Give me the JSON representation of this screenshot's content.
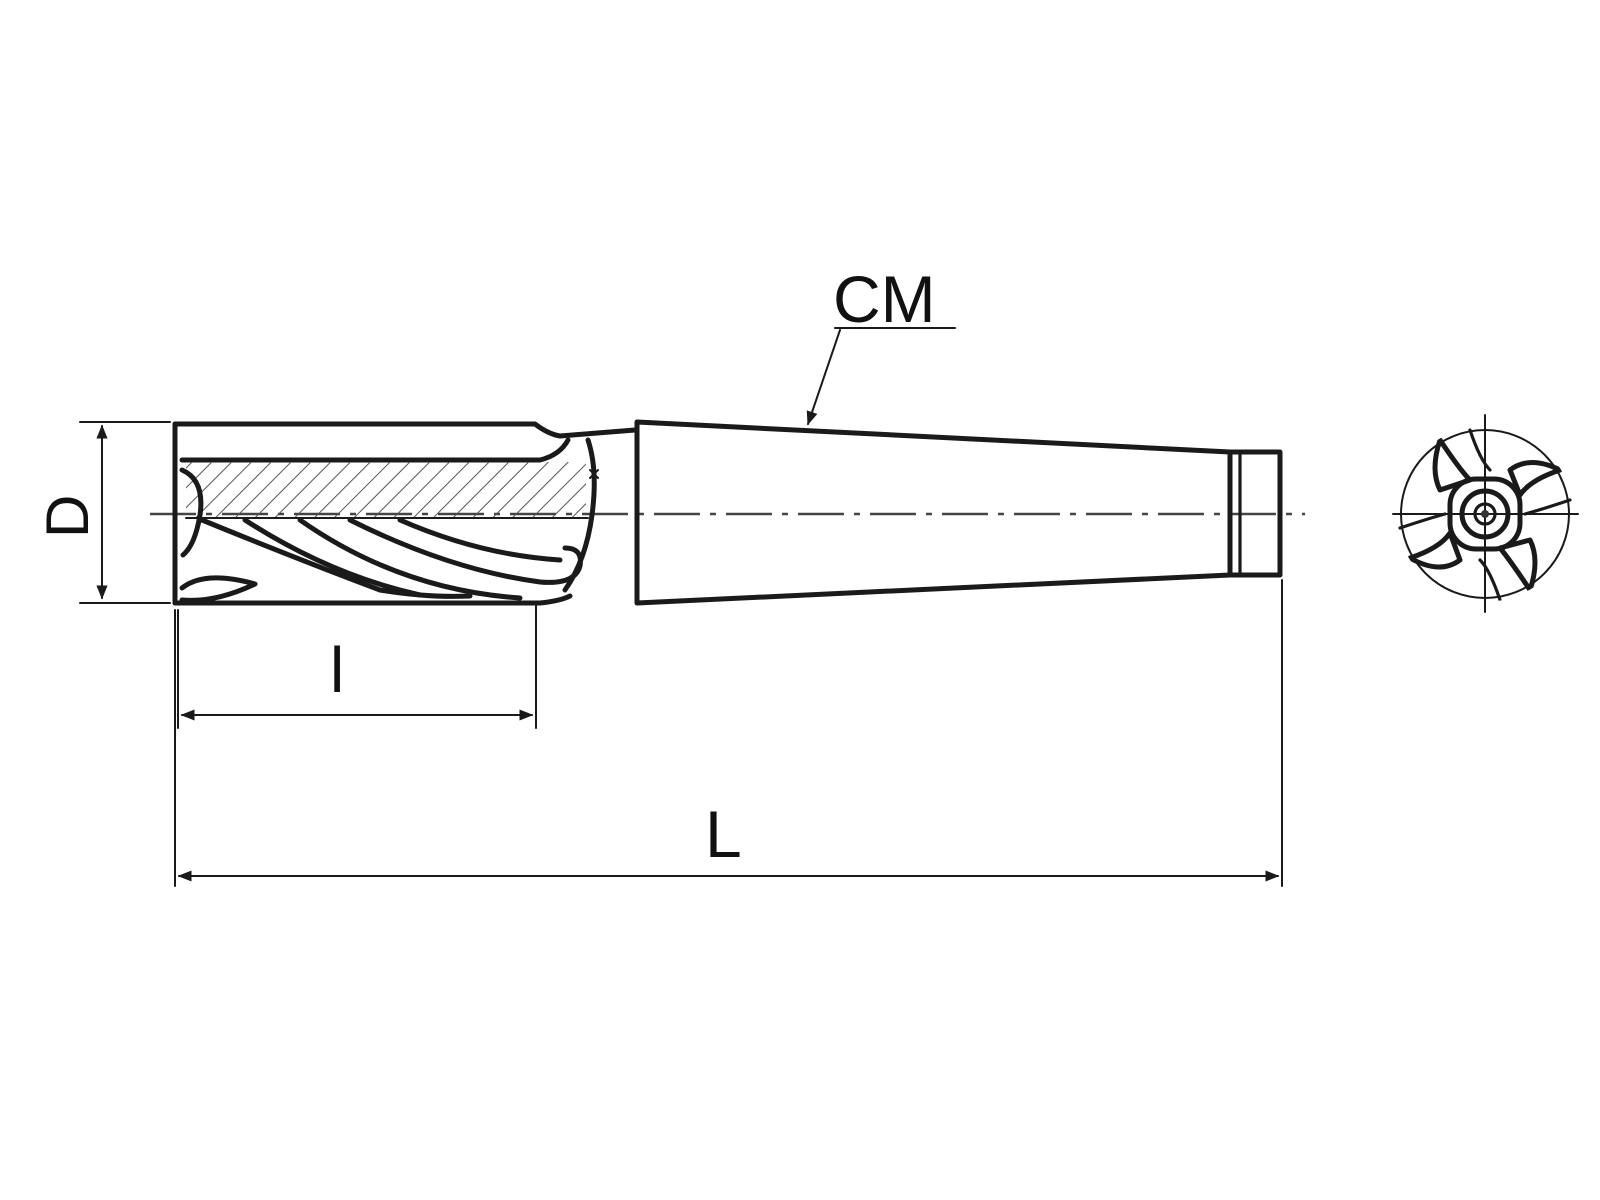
{
  "labels": {
    "taper": "CM",
    "diameter": "D",
    "flute_length": "l",
    "total_length": "L"
  }
}
